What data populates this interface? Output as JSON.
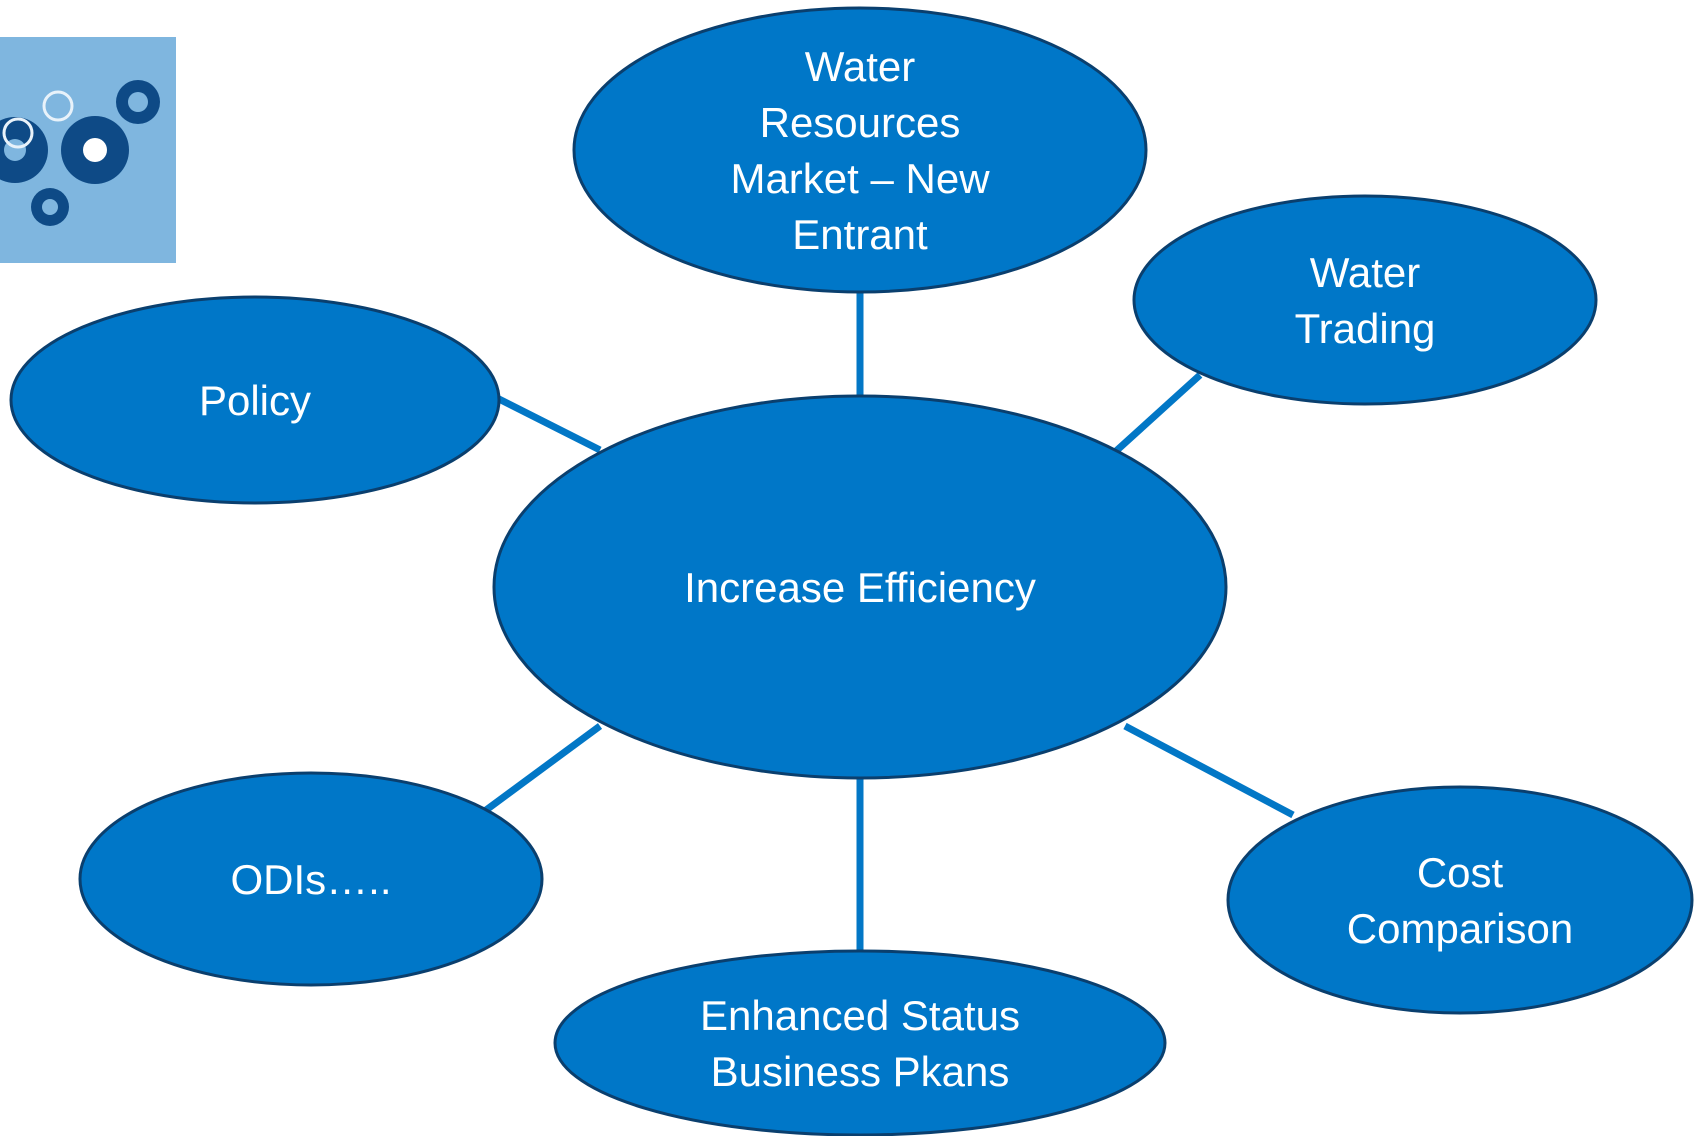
{
  "center": {
    "lines": [
      "Increase Efficiency"
    ]
  },
  "nodes": [
    {
      "id": "water-resources",
      "lines": [
        "Water",
        "Resources",
        "Market – New",
        "Entrant"
      ]
    },
    {
      "id": "water-trading",
      "lines": [
        "Water",
        "Trading"
      ]
    },
    {
      "id": "policy",
      "lines": [
        "Policy"
      ]
    },
    {
      "id": "cost-comparison",
      "lines": [
        "Cost",
        "Comparison"
      ]
    },
    {
      "id": "enhanced-status",
      "lines": [
        "Enhanced Status",
        "Business Pkans"
      ]
    },
    {
      "id": "odis",
      "lines": [
        "ODIs….."
      ]
    }
  ],
  "icon": {
    "name": "gears-icon"
  },
  "colors": {
    "node_fill": "#0077C8",
    "node_border": "#0A3F6E",
    "connector": "#0277C6",
    "icon_panel": "#7FB6DF",
    "icon_gear": "#0E4A86"
  }
}
